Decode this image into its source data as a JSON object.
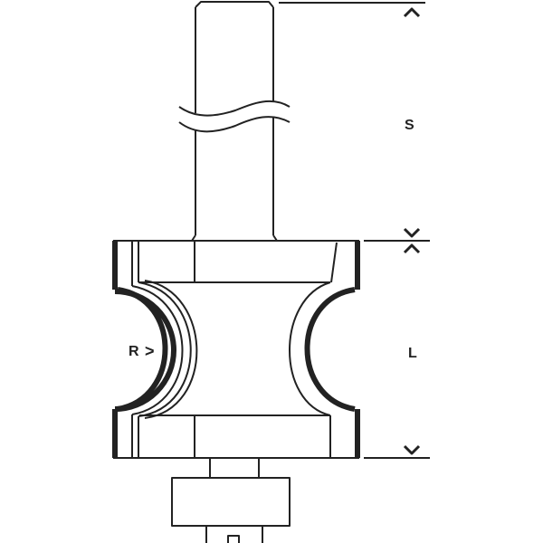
{
  "diagram": {
    "title": "Router bit dimension drawing (bead / cove cutter with bearing)",
    "line_color": "#222222",
    "background": "#ffffff",
    "labels": {
      "shank_length": "S",
      "cutting_length": "L",
      "radius": "R",
      "radius_arrow": ">"
    },
    "dimension_markers": {
      "s_top": "^",
      "s_bottom": "v",
      "l_top": "^",
      "l_bottom": "v"
    }
  }
}
